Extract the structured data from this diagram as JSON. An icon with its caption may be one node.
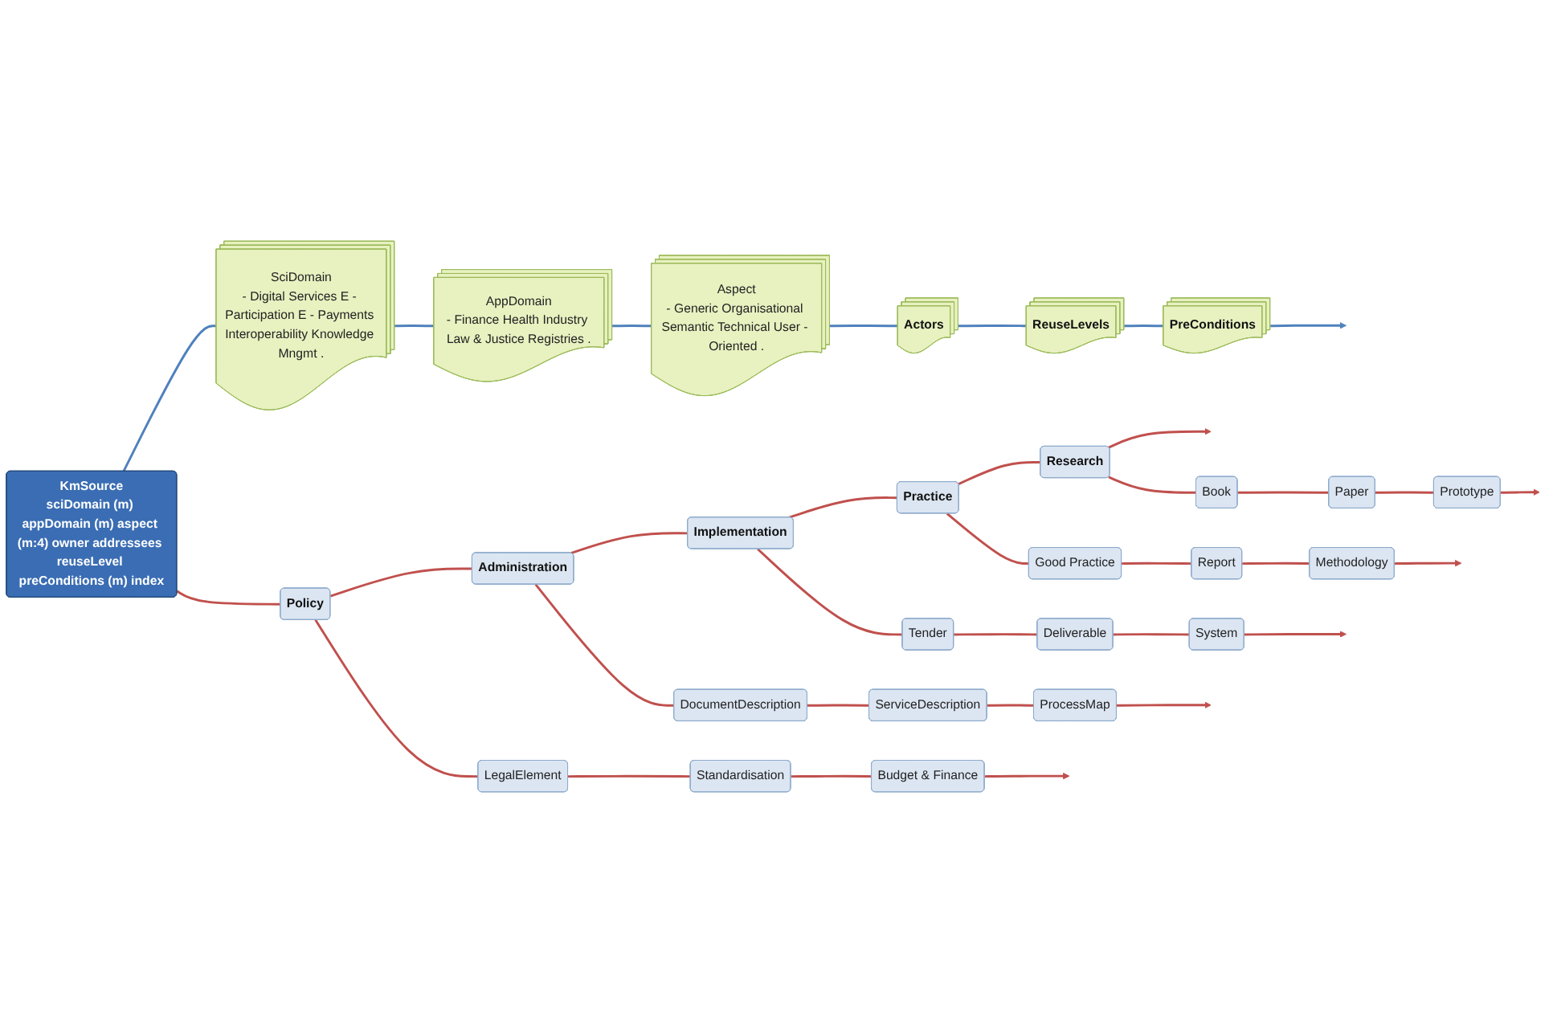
{
  "diagram": {
    "nodes": [
      {
        "text": [
          "KmSource",
          "sciDomain (m) appDomain (m) aspect (m:4) owner addressees reuseLevel preConditions (m) index"
        ]
      },
      {
        "text": [
          "SciDomain",
          "- Digital Services E - Participation E - Payments Interoperability Knowledge Mngmt ."
        ]
      },
      {
        "text": [
          "AppDomain",
          "- Finance Health Industry Law & Justice Registries ."
        ]
      },
      {
        "text": [
          "Aspect",
          "- Generic Organisational Semantic Technical User - Oriented ."
        ]
      },
      {
        "text": [
          "Actors"
        ]
      },
      {
        "text": [
          "ReuseLevels"
        ]
      },
      {
        "text": [
          "PreConditions"
        ]
      },
      {
        "text": [
          "Policy"
        ]
      },
      {
        "text": [
          "LegalElement"
        ]
      },
      {
        "text": [
          "Standardisation"
        ]
      },
      {
        "text": [
          "Budget & Finance"
        ]
      },
      {
        "text": [
          "Administration"
        ]
      },
      {
        "text": [
          "DocumentDescription"
        ]
      },
      {
        "text": [
          "ServiceDescription"
        ]
      },
      {
        "text": [
          "ProcessMap"
        ]
      },
      {
        "text": [
          "Implementation"
        ]
      },
      {
        "text": [
          "Tender"
        ]
      },
      {
        "text": [
          "Deliverable"
        ]
      },
      {
        "text": [
          "System"
        ]
      },
      {
        "text": [
          "Practice"
        ]
      },
      {
        "text": [
          "Good Practice"
        ]
      },
      {
        "text": [
          "Report"
        ]
      },
      {
        "text": [
          "Methodology"
        ]
      },
      {
        "text": [
          "Research"
        ]
      },
      {
        "text": [
          "Book"
        ]
      },
      {
        "text": [
          "Paper"
        ]
      },
      {
        "text": [
          "Prototype"
        ]
      }
    ],
    "edges": [
      {
        "from": 0,
        "to": 1,
        "arrow": "none",
        "color": "#4f81bd"
      },
      {
        "from": 1,
        "to": 2,
        "arrow": "none",
        "color": "#4f81bd"
      },
      {
        "from": 2,
        "to": 3,
        "arrow": "none",
        "color": "#4f81bd"
      },
      {
        "from": 3,
        "to": 4,
        "arrow": "none",
        "color": "#4f81bd"
      },
      {
        "from": 4,
        "to": 5,
        "arrow": "none",
        "color": "#4f81bd"
      },
      {
        "from": 5,
        "to": 6,
        "arrow": "none",
        "color": "#4f81bd"
      },
      {
        "from": 6,
        "to": null,
        "arrow": "to",
        "color": "#4f81bd"
      },
      {
        "from": 0,
        "to": 7,
        "arrow": "none"
      },
      {
        "from": 7,
        "to": 11,
        "arrow": "none"
      },
      {
        "from": 11,
        "to": 15,
        "arrow": "none"
      },
      {
        "from": 15,
        "to": 19,
        "arrow": "none"
      },
      {
        "from": 19,
        "to": 23,
        "arrow": "none"
      },
      {
        "from": 23,
        "to": null,
        "arrow": "to"
      },
      {
        "from": 7,
        "to": 8,
        "arrow": "none"
      },
      {
        "from": 8,
        "to": 9,
        "arrow": "none"
      },
      {
        "from": 9,
        "to": 10,
        "arrow": "none"
      },
      {
        "from": 10,
        "to": null,
        "arrow": "to"
      },
      {
        "from": 11,
        "to": 12,
        "arrow": "none"
      },
      {
        "from": 12,
        "to": 13,
        "arrow": "none"
      },
      {
        "from": 13,
        "to": 14,
        "arrow": "none"
      },
      {
        "from": 14,
        "to": null,
        "arrow": "to"
      },
      {
        "from": 15,
        "to": 16,
        "arrow": "none"
      },
      {
        "from": 16,
        "to": 17,
        "arrow": "none"
      },
      {
        "from": 17,
        "to": 18,
        "arrow": "none"
      },
      {
        "from": 18,
        "to": null,
        "arrow": "to"
      },
      {
        "from": 19,
        "to": 20,
        "arrow": "none"
      },
      {
        "from": 20,
        "to": 21,
        "arrow": "none"
      },
      {
        "from": 21,
        "to": 22,
        "arrow": "none"
      },
      {
        "from": 22,
        "to": null,
        "arrow": "to"
      },
      {
        "from": 23,
        "to": 24,
        "arrow": "none"
      },
      {
        "from": 24,
        "to": 25,
        "arrow": "none"
      },
      {
        "from": 25,
        "to": 26,
        "arrow": "none"
      },
      {
        "from": 26,
        "to": null,
        "arrow": "to"
      }
    ]
  }
}
